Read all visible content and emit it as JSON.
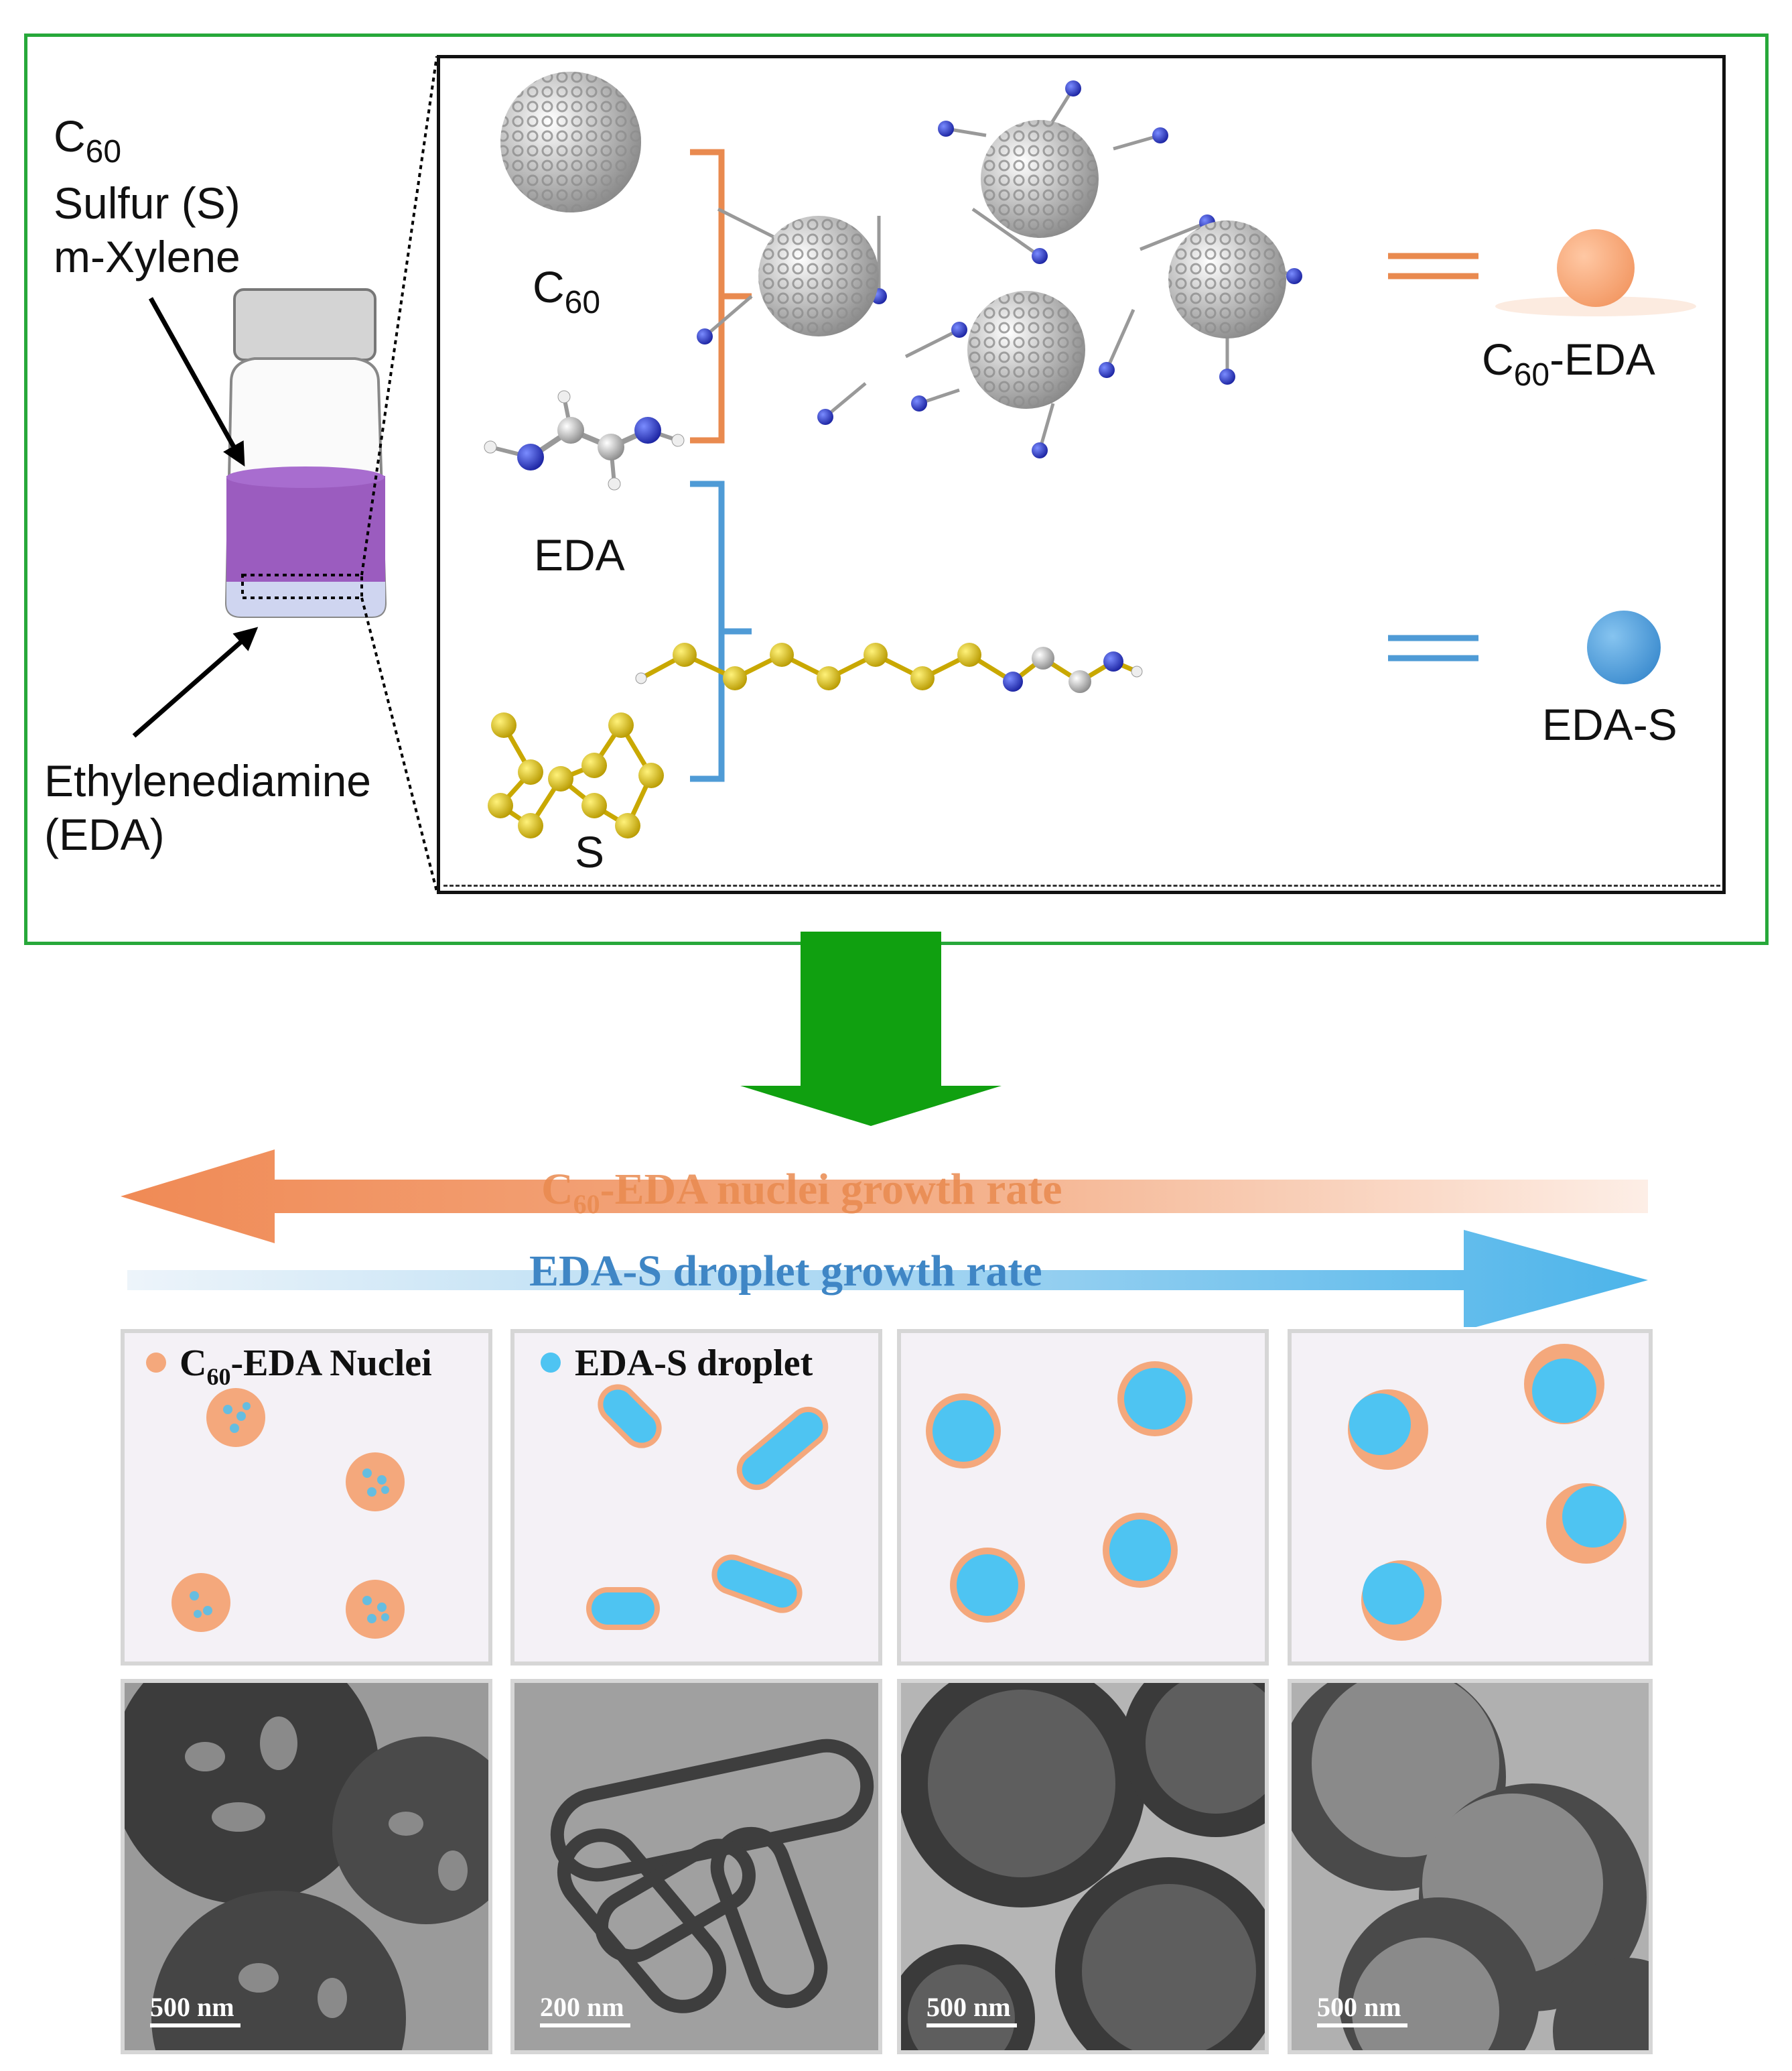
{
  "vial": {
    "reagents": [
      "C",
      "60",
      "Sulfur (S)",
      "m-Xylene"
    ],
    "bottom_label": [
      "Ethylenediamine",
      "(EDA)"
    ]
  },
  "components": {
    "c60": {
      "base": "C",
      "sub": "60"
    },
    "eda": "EDA",
    "sulfur": "S"
  },
  "products": {
    "c60_eda": {
      "base": "C",
      "sub": "60",
      "rest": "-EDA",
      "color": "#f4a87c"
    },
    "eda_s": {
      "label": "EDA-S",
      "color": "#5aa9e0"
    }
  },
  "colors": {
    "green_frame": "#27a83a",
    "orange": "#e98a4f",
    "blue": "#4f9bd6",
    "arrow_green": "#10a010"
  },
  "rates": {
    "c60_rate": {
      "base": "C",
      "sub": "60",
      "rest": "-EDA nuclei growth rate"
    },
    "eda_s_rate": "EDA-S droplet growth rate"
  },
  "legend": {
    "nuclei": {
      "base": "C",
      "sub": "60",
      "rest": "-EDA Nuclei"
    },
    "droplet": "EDA-S droplet"
  },
  "scale_bars": [
    "500 nm",
    "200 nm",
    "500 nm",
    "500 nm"
  ]
}
